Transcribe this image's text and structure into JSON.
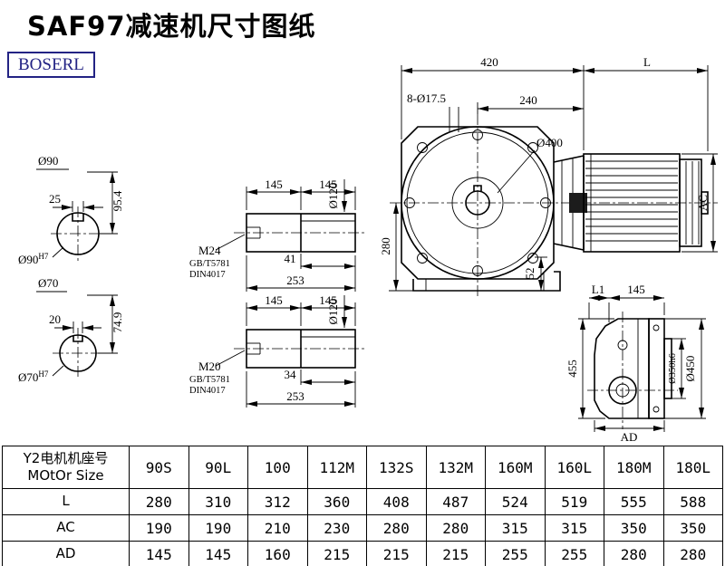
{
  "header": {
    "title": "SAF97减速机尺寸图纸",
    "logo": "BOSERL"
  },
  "sections": {
    "s90": {
      "dia": "Ø90",
      "key": "25",
      "height": "95.4",
      "bore": "Ø90",
      "fit": "H7"
    },
    "s70": {
      "dia": "Ø70",
      "key": "20",
      "height": "74.9",
      "bore": "Ø70",
      "fit": "H7"
    }
  },
  "shafts": {
    "top": {
      "len1": "145",
      "len2": "145",
      "dia": "Ø120",
      "thread": "M24",
      "std1": "GB/T5781",
      "std2": "DIN4017",
      "seg": "41",
      "total": "253"
    },
    "bottom": {
      "len1": "145",
      "len2": "145",
      "dia": "Ø120",
      "thread": "M20",
      "std1": "GB/T5781",
      "std2": "DIN4017",
      "seg": "34",
      "total": "253"
    }
  },
  "front_view": {
    "width": "420",
    "length": "L",
    "holes": "8-Ø17.5",
    "half_width": "240",
    "flange_dia": "Ø400",
    "center_height": "280",
    "base": "52",
    "motor_height": "AC"
  },
  "side_view": {
    "l1": "L1",
    "width": "145",
    "height": "455",
    "spigot_dia": "Ø350h6",
    "flange_dia": "Ø450",
    "ad": "AD"
  },
  "table": {
    "motor_label_cn": "Y2电机机座号",
    "motor_label_en": "MOtOr Size",
    "sizes": [
      "90S",
      "90L",
      "100",
      "112M",
      "132S",
      "132M",
      "160M",
      "160L",
      "180M",
      "180L"
    ],
    "rows": [
      {
        "label": "L",
        "values": [
          "280",
          "310",
          "312",
          "360",
          "408",
          "487",
          "524",
          "519",
          "555",
          "588"
        ]
      },
      {
        "label": "AC",
        "values": [
          "190",
          "190",
          "210",
          "230",
          "280",
          "280",
          "315",
          "315",
          "350",
          "350"
        ]
      },
      {
        "label": "AD",
        "values": [
          "145",
          "145",
          "160",
          "215",
          "215",
          "215",
          "255",
          "255",
          "280",
          "280"
        ]
      }
    ]
  }
}
